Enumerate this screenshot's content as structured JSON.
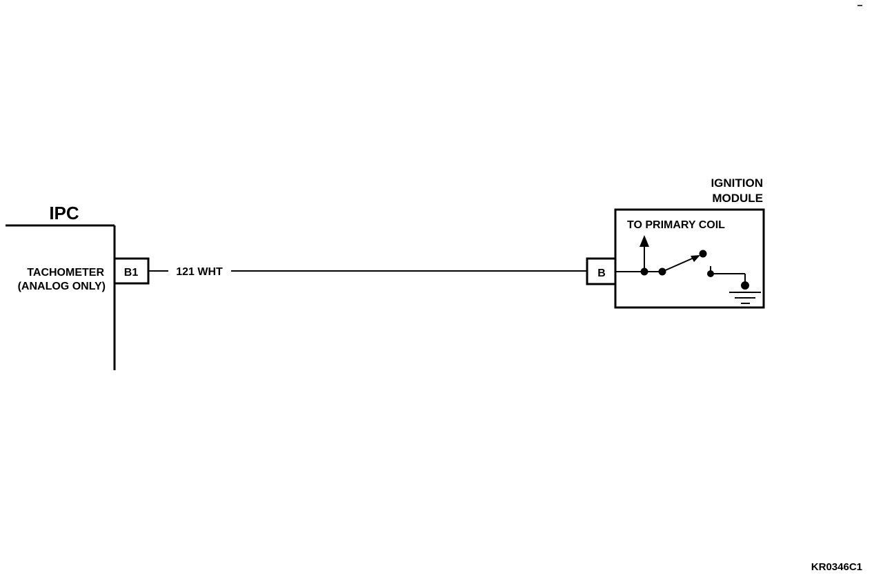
{
  "ipc": {
    "title": "IPC",
    "circuit_label_line1": "TACHOMETER",
    "circuit_label_line2": "(ANALOG ONLY)",
    "connector_pin": "B1"
  },
  "wire": {
    "label": "121 WHT"
  },
  "ignition_module": {
    "title_line1": "IGNITION",
    "title_line2": "MODULE",
    "primary_coil_label": "TO PRIMARY COIL",
    "connector_pin": "B"
  },
  "figure_code": "KR0346C1"
}
